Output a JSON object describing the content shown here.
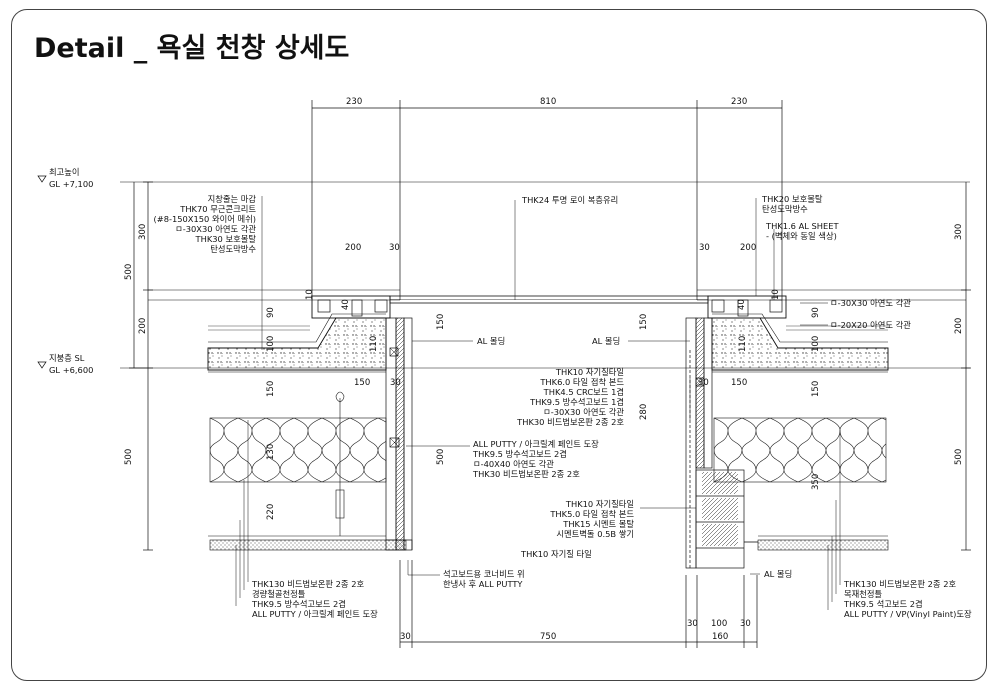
{
  "title": "Detail _ 욕실 천창 상세도",
  "levels": {
    "top_label": "최고높이",
    "top_value": "GL   +7,100",
    "roof_label": "지붕층    SL",
    "roof_value": "GL   +6,600"
  },
  "dimensions": {
    "top": [
      "230",
      "810",
      "230"
    ],
    "left_vertical": [
      "300",
      "500",
      "200",
      "150",
      "500",
      "100",
      "200",
      "220",
      "130",
      "90",
      "110"
    ],
    "right_vertical": [
      "300",
      "200",
      "500",
      "90",
      "100",
      "110",
      "150",
      "350"
    ],
    "small": [
      "200",
      "30",
      "30",
      "200",
      "10",
      "40",
      "10",
      "40",
      "150",
      "30",
      "150",
      "30",
      "150",
      "150",
      "500",
      "280"
    ],
    "bottom_left": [
      "30",
      "750"
    ],
    "bottom_right": [
      "30",
      "100",
      "30",
      "160"
    ]
  },
  "annotations": {
    "top_left": [
      "지창줄는 마감",
      "THK70 무근콘크리트",
      "(#8-150X150 와이어 메쉬)",
      "ㅁ-30X30 아연도 각관",
      "THK30 보호몰탈",
      "탄성도막방수"
    ],
    "top_right": [
      "THK20 보호몰탈",
      "탄성도막방수"
    ],
    "al_sheet": [
      "THK1.6 AL SHEET",
      "- (벽체와 동일 색상)"
    ],
    "glass": "THK24 투명 로이 복층유리",
    "right_pipes": [
      "ㅁ-30X30 아연도 각관",
      "ㅁ-20X20 아연도 각관"
    ],
    "al_molding_left": "AL 몰딩",
    "al_molding_right": "AL 몰딩",
    "wall_layers_1": [
      "THK10 자기질타일",
      "THK6.0 타일 접착 본드",
      "THK4.5 CRC보드 1겹",
      "THK9.5 방수석고보드 1겹",
      "ㅁ-30X30 아연도 각관",
      "THK30 비드법보온판 2종 2호"
    ],
    "wall_layers_2": [
      "ALL PUTTY / 아크릴계 페인트 도장",
      "THK9.5 방수석고보드 2겹",
      "ㅁ-40X40 아연도 각관",
      "THK30 비드법보온판 2종 2호"
    ],
    "wall_layers_3": [
      "THK10 자기질타일",
      "THK5.0 타일 접착 본드",
      "THK15 시멘트 몰탈",
      "시멘트벽돌 0.5B 쌓기"
    ],
    "tile_note": "THK10 자기질 타일",
    "corner_note": [
      "석고보드용 코너비드 위",
      "한냉사 후 ALL PUTTY"
    ],
    "al_molding_bottom": "AL 몰딩",
    "ceiling_left": [
      "THK130 비드법보온판 2종 2호",
      "경량철골천정틀",
      "THK9.5 방수석고보드 2겹",
      "ALL PUTTY / 아크릴계 페인트 도장"
    ],
    "ceiling_right": [
      "THK130 비드법보온판 2종 2호",
      "목재천정틀",
      "THK9.5 석고보드 2겹",
      "ALL PUTTY / VP(Vinyl Paint)도장"
    ]
  },
  "colors": {
    "line": "#111111",
    "frame": "#444444"
  }
}
